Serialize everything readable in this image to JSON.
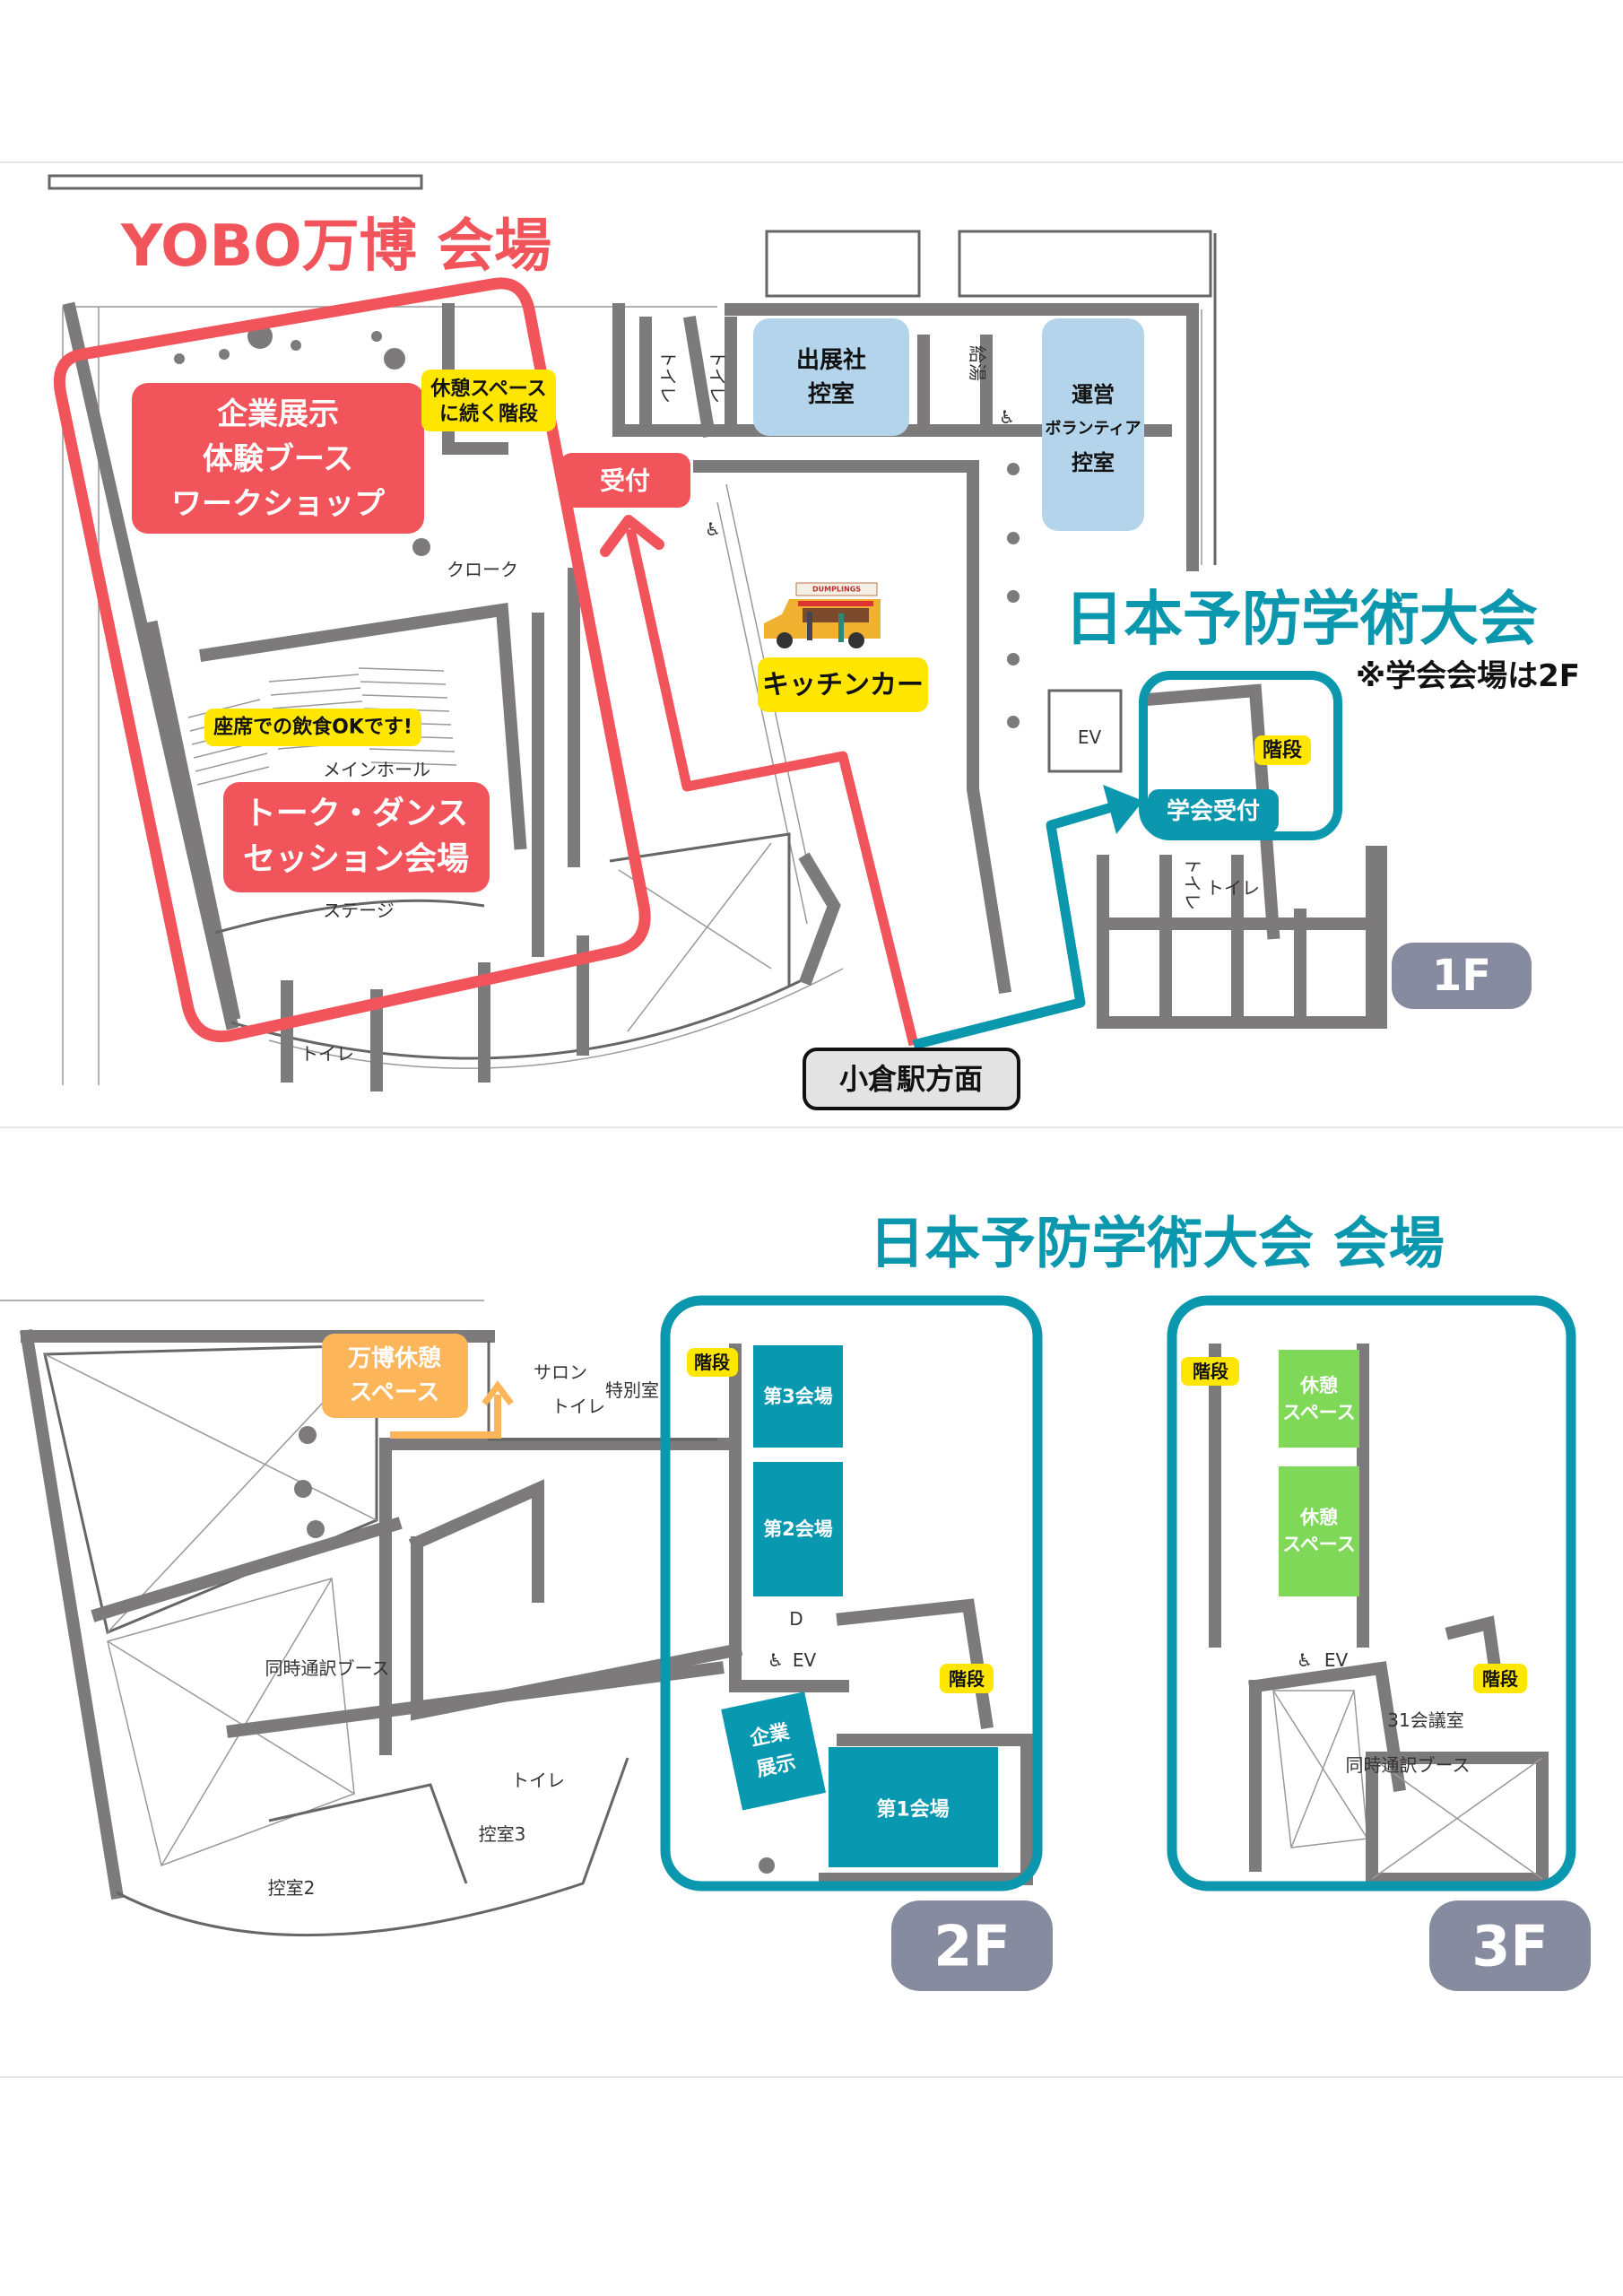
{
  "colors": {
    "red": "#f2545b",
    "teal": "#0b97ad",
    "yellow": "#ffe600",
    "blue_room": "#b3d4ea",
    "green_room": "#7fd858",
    "orange_room": "#fdb55a",
    "floor_badge": "#878b9f",
    "wall": "#7d7a7c"
  },
  "floor1": {
    "yobo_title": "YOBO万博 会場",
    "exhibit_lines": [
      "企業展示",
      "体験ブース",
      "ワークショップ"
    ],
    "rest_stairs_lines": [
      "休憩スペース",
      "に続く階段"
    ],
    "reception": "受付",
    "seat_note": "座席での飲食OKです!",
    "talk_lines": [
      "トーク・ダンス",
      "セッション会場"
    ],
    "stage": "ステージ",
    "cloak": "クローク",
    "main_hall": "メインホール",
    "toilet": "トイレ",
    "exhibitor_room_lines": [
      "出展社",
      "控室"
    ],
    "kyuto": "給湯",
    "volunteer_room_lines": [
      "運営",
      "ボランティア",
      "控室"
    ],
    "kitchen_car": "キッチンカー",
    "kitchen_sign": "DUMPLINGS",
    "conference_title": "日本予防学術大会",
    "conference_note": "※学会会場は2F",
    "stairs": "階段",
    "conf_reception": "学会受付",
    "ev": "EV",
    "station": "小倉駅方面",
    "floor_label": "1F"
  },
  "floor23": {
    "title": "日本予防学術大会 会場",
    "expo_rest_lines": [
      "万博休憩",
      "スペース"
    ],
    "salon": "サロン",
    "special_room": "特別室",
    "toilet": "トイレ",
    "stairs": "階段",
    "hall3": "第3会場",
    "hall2": "第2会場",
    "hall1": "第1会場",
    "exhibit_lines": [
      "企業",
      "展示"
    ],
    "d": "D",
    "ev": "EV",
    "interp_booth": "同時通訳ブース",
    "waiting3": "控室3",
    "waiting2": "控室2",
    "rest_lines": [
      "休憩",
      "スペース"
    ],
    "room31": "31会議室",
    "floor2_label": "2F",
    "floor3_label": "3F"
  }
}
